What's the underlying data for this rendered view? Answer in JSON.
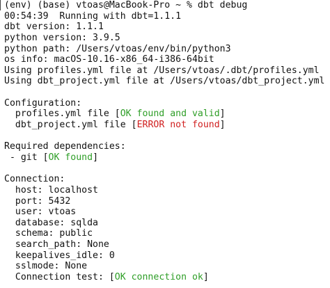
{
  "terminal": {
    "prompt": "(env) (base) vtoas@MacBook-Pro ~ % dbt debug",
    "running": "00:54:39  Running with dbt=1.1.1",
    "dbt_version": "dbt version: 1.1.1",
    "python_version": "python version: 3.9.5",
    "python_path": "python path: /Users/vtoas/env/bin/python3",
    "os_info": "os info: macOS-10.16-x86_64-i386-64bit",
    "profiles_using": "Using profiles.yml file at /Users/vtoas/.dbt/profiles.yml",
    "project_using": "Using dbt_project.yml file at /Users/vtoas/dbt_project.yml",
    "configuration_header": "Configuration:",
    "profiles_check_label": "  profiles.yml file [",
    "profiles_check_status": "OK found and valid",
    "profiles_check_end": "]",
    "project_check_label": "  dbt_project.yml file [",
    "project_check_status": "ERROR not found",
    "project_check_end": "]",
    "deps_header": "Required dependencies:",
    "git_label": " - git [",
    "git_status": "OK found",
    "git_end": "]",
    "connection_header": "Connection:",
    "host": "  host: localhost",
    "port": "  port: 5432",
    "user": "  user: vtoas",
    "database": "  database: sqlda",
    "schema": "  schema: public",
    "search_path": "  search_path: None",
    "keepalives_idle": "  keepalives_idle: 0",
    "sslmode": "  sslmode: None",
    "connection_test_label": "  Connection test: [",
    "connection_test_status": "OK connection ok",
    "connection_test_end": "]"
  },
  "colors": {
    "ok": "#2e9e27",
    "error": "#d01f1f",
    "text": "#111111",
    "background": "#ffffff"
  }
}
